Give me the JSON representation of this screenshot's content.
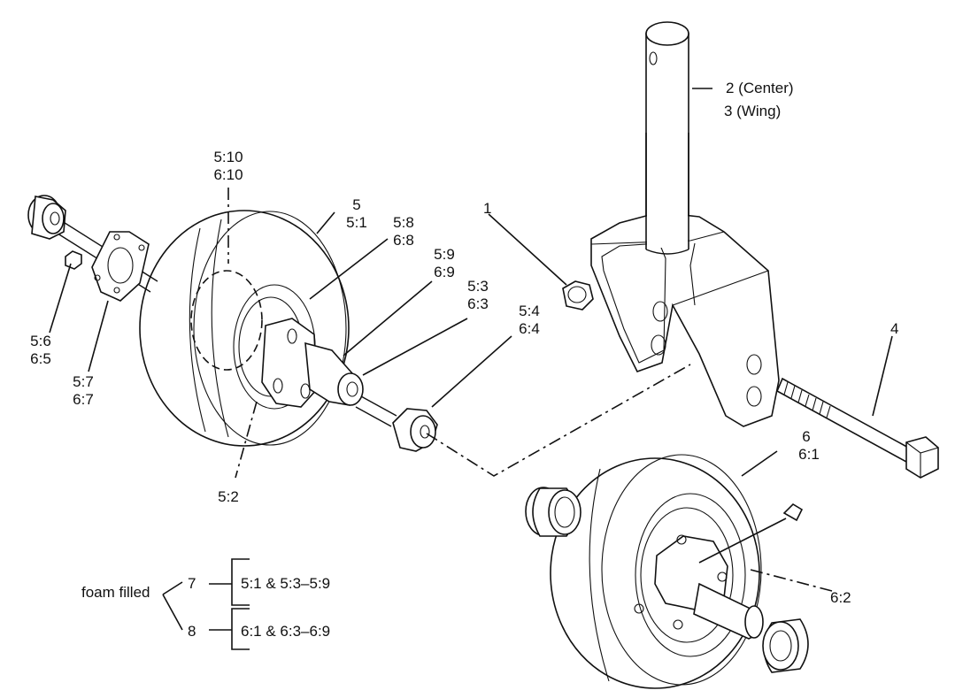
{
  "callouts": {
    "pin": [
      "2 (Center)",
      "3 (Wing)"
    ],
    "nut": "1",
    "bolt": "4",
    "wheel_top": [
      "5",
      "5:1"
    ],
    "hub_8": [
      "5:8",
      "6:8"
    ],
    "part_10": [
      "5:10",
      "6:10"
    ],
    "part_9": [
      "5:9",
      "6:9"
    ],
    "part_3": [
      "5:3",
      "6:3"
    ],
    "part_4": [
      "5:4",
      "6:4"
    ],
    "part_6": [
      "5:6",
      "6:5"
    ],
    "part_7": [
      "5:7",
      "6:7"
    ],
    "part_2_left": "5:2",
    "wheel_bottom": [
      "6",
      "6:1"
    ],
    "part_2_right": "6:2"
  },
  "legend": {
    "foam_label": "foam filled",
    "item7": "7",
    "item7_parts": "5:1 & 5:3–5:9",
    "item8": "8",
    "item8_parts": "6:1 & 6:3–6:9"
  },
  "colors": {
    "line": "#111111",
    "background": "#ffffff"
  },
  "icons": [
    "caster-pin",
    "caster-fork",
    "lock-nut",
    "axle-bolt",
    "caster-wheel",
    "wheel-bearing",
    "spacer",
    "hub-flange",
    "grease-fitting"
  ]
}
